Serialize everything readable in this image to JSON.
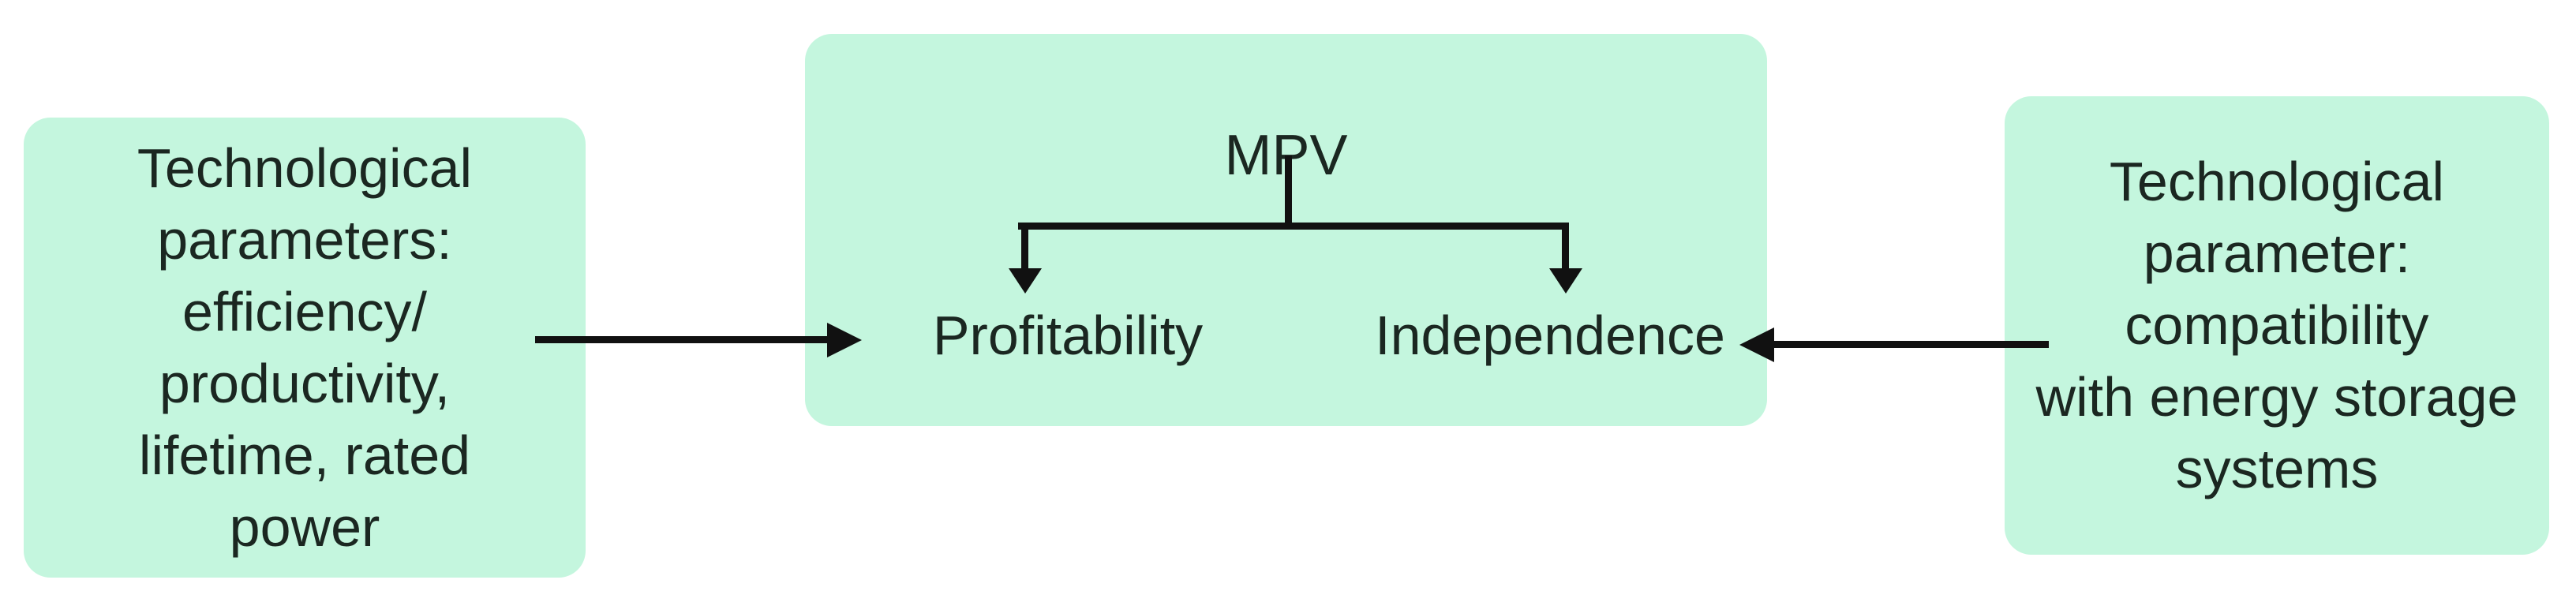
{
  "diagram": {
    "left_box": {
      "lines": [
        "Technological",
        "parameters:",
        "efficiency/",
        "productivity,",
        "lifetime, rated",
        "power"
      ]
    },
    "center_box": {
      "root_label": "MPV",
      "child_left_label": "Profitability",
      "child_right_label": "Independence"
    },
    "right_box": {
      "lines": [
        "Technological",
        "parameter:",
        "compatibility",
        "with energy storage",
        "systems"
      ]
    },
    "colors": {
      "box_background": "#c4f6de",
      "text": "#1b2721",
      "arrow": "#111111",
      "page_background": "#ffffff"
    }
  }
}
